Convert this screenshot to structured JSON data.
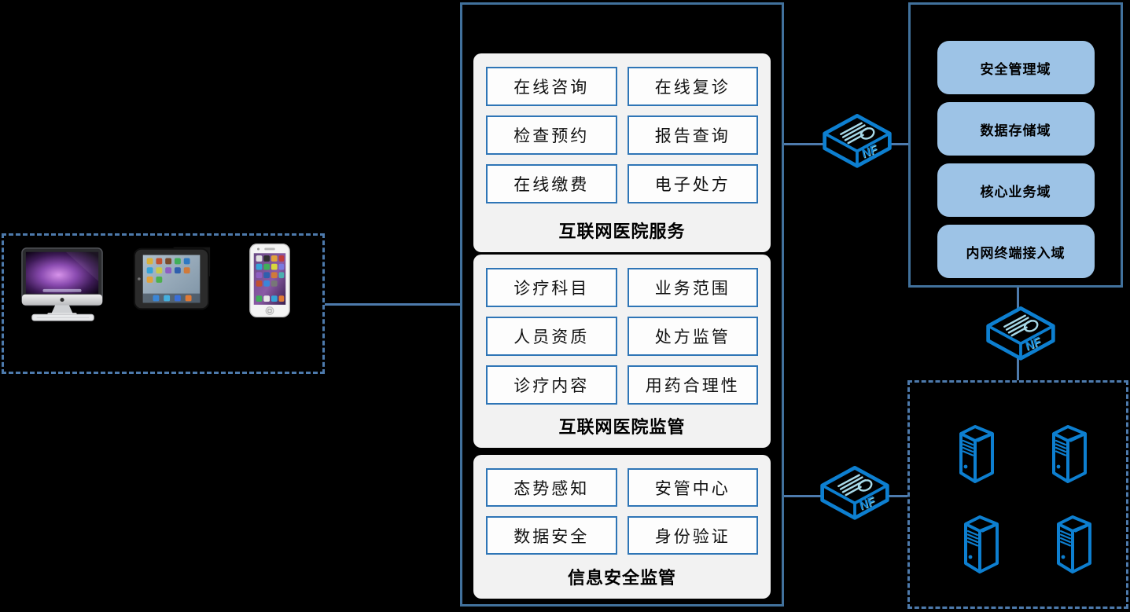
{
  "diagram": {
    "terminal_zone": {
      "devices": [
        {
          "name": "desktop-computer"
        },
        {
          "name": "tablet"
        },
        {
          "name": "smartphone"
        }
      ]
    },
    "platform": {
      "sections": [
        {
          "title": "互联网医院服务",
          "items": [
            "在线咨询",
            "在线复诊",
            "检查预约",
            "报告查询",
            "在线缴费",
            "电子处方"
          ]
        },
        {
          "title": "互联网医院监管",
          "items": [
            "诊疗科目",
            "业务范围",
            "人员资质",
            "处方监管",
            "诊疗内容",
            "用药合理性"
          ]
        },
        {
          "title": "信息安全监管",
          "items": [
            "态势感知",
            "安管中心",
            "数据安全",
            "身份验证"
          ]
        }
      ]
    },
    "datacenter": {
      "domains": [
        "安全管理域",
        "数据存储域",
        "核心业务域",
        "内网终端接入域"
      ]
    },
    "network": {
      "devices": [
        {
          "label": "NF"
        },
        {
          "label": "NF"
        },
        {
          "label": "NF"
        }
      ]
    },
    "server_zone": {
      "server_count": 4
    }
  },
  "colors": {
    "background": "#000000",
    "solid_border": "#41719C",
    "dashed_border": "#4d7aac",
    "panel_bg": "#f2f2f2",
    "button_border": "#2E75B6",
    "domain_pill_bg": "#9DC3E6",
    "device_outline_blue": "#0d7fd0",
    "device_glyph_cyan": "#a7d9e8"
  }
}
